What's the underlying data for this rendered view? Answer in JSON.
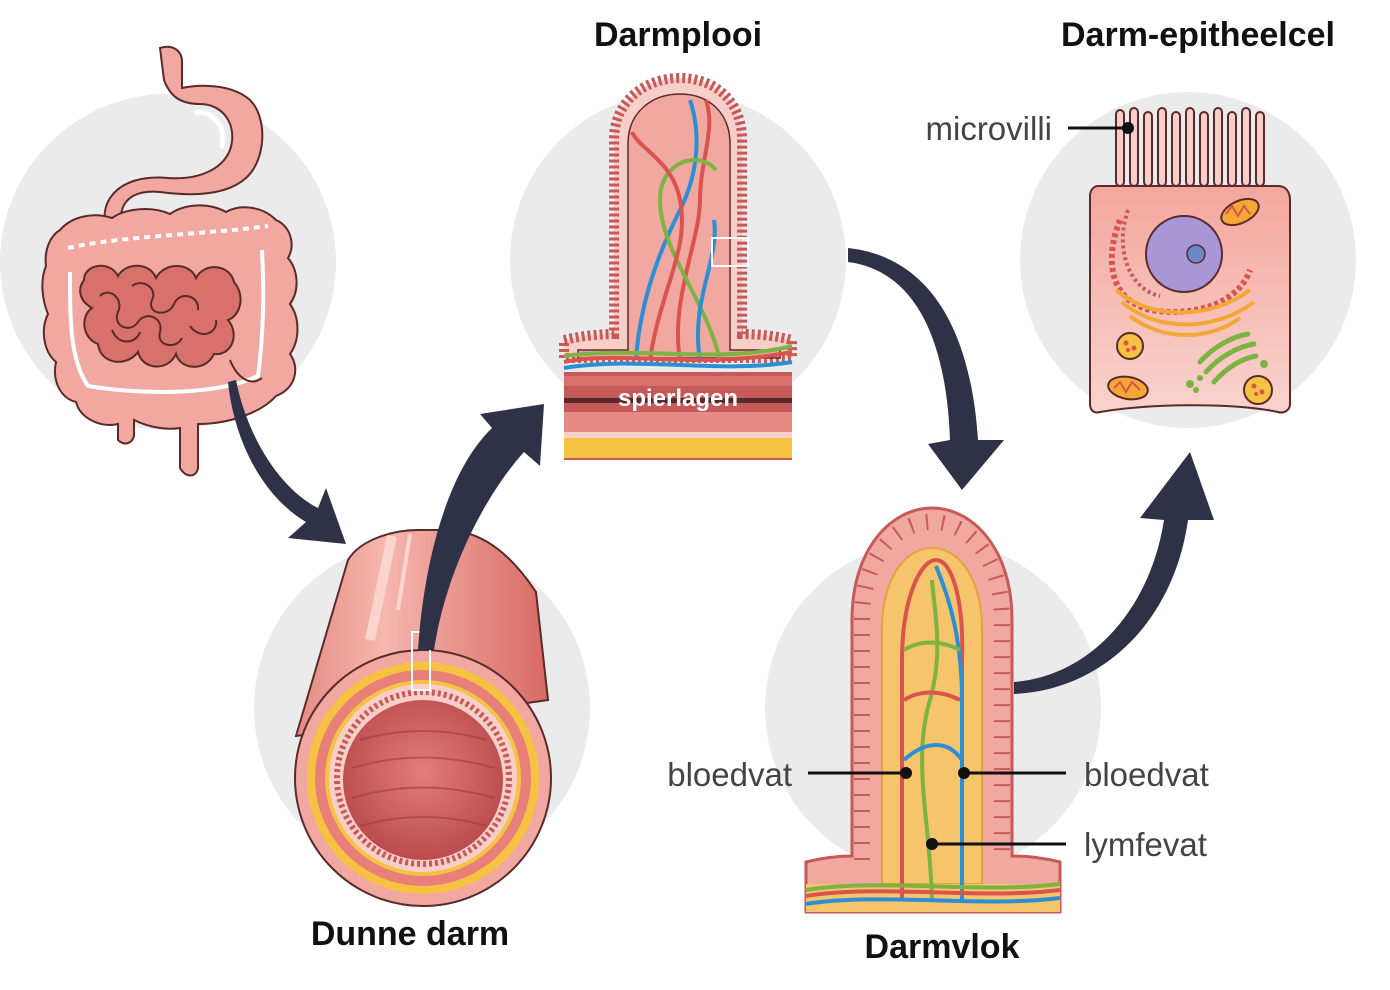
{
  "labels": {
    "small_intestine_title": "Dunne darm",
    "fold_title": "Darmplooi",
    "villus_title": "Darmvlok",
    "cell_title": "Darm-epitheelcel",
    "muscle_layers": "spierlagen",
    "microvilli": "microvilli",
    "blood_vessel_left": "bloedvat",
    "blood_vessel_right": "bloedvat",
    "lymph_vessel": "lymfevat"
  },
  "colors": {
    "background_circle": "#ebebeb",
    "arrow": "#2f3147",
    "tissue_pink": "#f1a8a0",
    "tissue_dark": "#c65a5a",
    "tissue_light": "#f8cfc8",
    "outline": "#5a2a2a",
    "blood_red": "#d9534f",
    "blood_blue": "#2b8fd6",
    "lymph_green": "#7cb342",
    "fat_yellow": "#f5c242",
    "nucleus_purple": "#a996d6",
    "golgi_orange": "#f3a836"
  },
  "icons": [
    "digestive-system-icon",
    "intestine-tube-icon",
    "intestinal-fold-icon",
    "villus-icon",
    "epithelial-cell-icon",
    "flow-arrow-icon"
  ]
}
